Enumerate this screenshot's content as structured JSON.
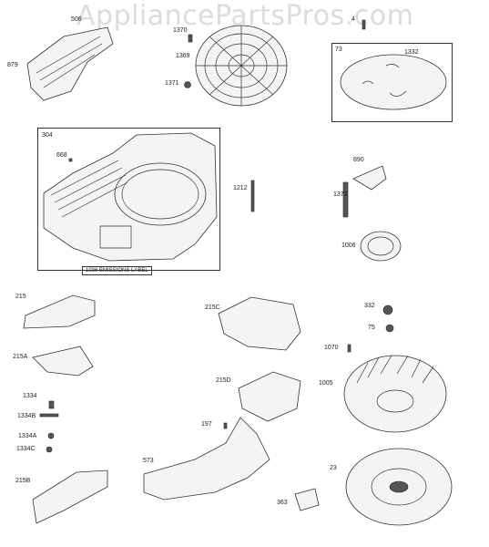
{
  "watermark": "AppliancePartsPros.com",
  "emissions_label": "1036 EMISSIONS LABEL",
  "box_numbers": {
    "flywheel_screen_box": "73",
    "blower_housing_box": "304"
  },
  "labels": {
    "p506": "506",
    "p879": "879",
    "p1370": "1370",
    "p1369": "1369",
    "p1371": "1371",
    "p4": "4",
    "p1332": "1332",
    "p668": "668",
    "p1212": "1212",
    "p890": "890",
    "p1372": "1372",
    "p1006": "1006",
    "p215": "215",
    "p215A": "215A",
    "p215C": "215C",
    "p332": "332",
    "p75": "75",
    "p1070": "1070",
    "p1334": "1334",
    "p1334B": "1334B",
    "p1334A": "1334A",
    "p1334C": "1334C",
    "p215D": "215D",
    "p1005": "1005",
    "p197": "197",
    "p573": "573",
    "p215B": "215B",
    "p23": "23",
    "p363": "363"
  }
}
